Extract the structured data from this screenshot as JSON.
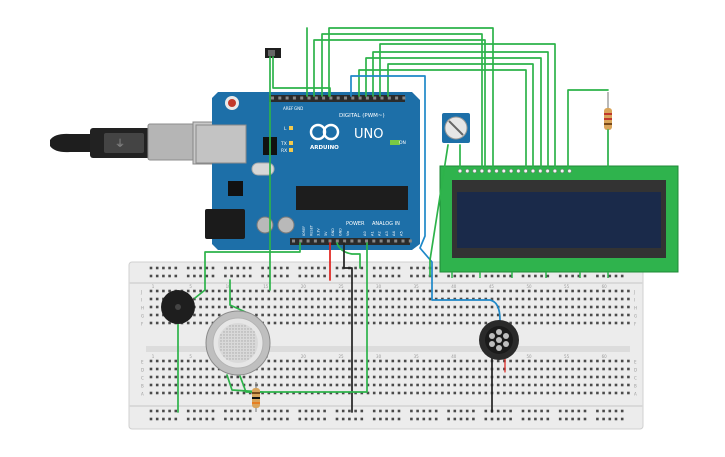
{
  "arduino": {
    "board_name": "UNO",
    "brand": "ARDUINO",
    "digital_label": "DIGITAL (PWM~)",
    "power_label": "POWER",
    "analog_label": "ANALOG IN",
    "tx_label": "TX",
    "rx_label": "RX",
    "l_label": "L",
    "on_label": "ON",
    "aref_label": "AREF",
    "gnd_label": "GND",
    "power_pins": [
      "IOREF",
      "RESET",
      "3.3V",
      "5V",
      "GND",
      "GND",
      "Vin"
    ],
    "analog_pins": [
      "A0",
      "A1",
      "A2",
      "A3",
      "A4",
      "A5"
    ]
  },
  "breadboard": {
    "column_numbers_top": [
      "1",
      "5",
      "10",
      "15",
      "20",
      "25",
      "30",
      "35",
      "40",
      "45",
      "50",
      "55",
      "60"
    ],
    "row_letters_top": [
      "J",
      "I",
      "H",
      "G",
      "F"
    ],
    "row_letters_bottom": [
      "E",
      "D",
      "C",
      "B",
      "A"
    ]
  },
  "colors": {
    "wire_green": "#2db34a",
    "wire_blue": "#1e88c8",
    "wire_red": "#e0201b",
    "wire_black": "#222222",
    "board_blue": "#1d6fa8",
    "lcd_green": "#2fb34d",
    "lcd_screen": "#1a2a4a",
    "breadboard": "#ececec"
  },
  "components": {
    "lcd": "lcd-16x2",
    "sensor": "gas-sensor",
    "buzzer": "piezo-buzzer",
    "speaker": "speaker",
    "pot": "potentiometer",
    "usb": "usb-cable",
    "power_jack": "dc-jack"
  }
}
